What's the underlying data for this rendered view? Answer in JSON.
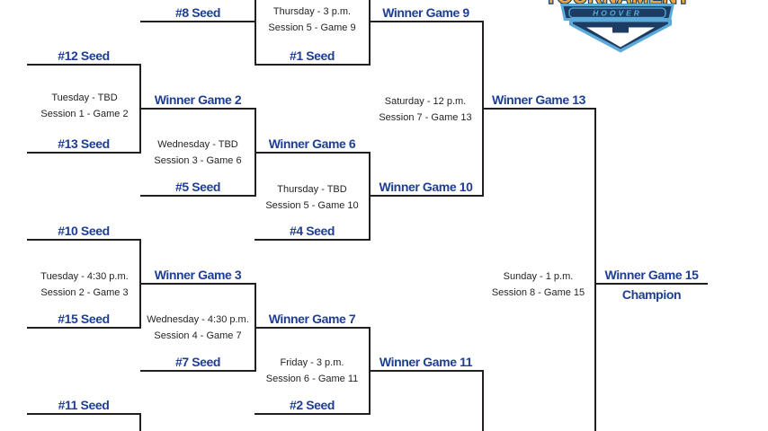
{
  "logo": {
    "arc_text": "TOURNAMENT",
    "location_text": "HOOVER"
  },
  "labels": {
    "seed8": "#8 Seed",
    "seed1": "#1 Seed",
    "seed12": "#12 Seed",
    "seed13": "#13 Seed",
    "seed5": "#5 Seed",
    "seed4": "#4 Seed",
    "seed10": "#10 Seed",
    "seed15": "#15 Seed",
    "seed7": "#7 Seed",
    "seed2": "#2 Seed",
    "seed11": "#11 Seed",
    "winner2": "Winner Game 2",
    "winner3": "Winner Game 3",
    "winner6": "Winner Game 6",
    "winner7": "Winner Game 7",
    "winner9": "Winner Game 9",
    "winner10": "Winner Game 10",
    "winner11": "Winner Game 11",
    "winner13": "Winner Game 13",
    "winner15": "Winner Game 15",
    "champion": "Champion"
  },
  "games": {
    "game2": {
      "when": "Tuesday - TBD",
      "session": "Session 1 - Game 2"
    },
    "game3": {
      "when": "Tuesday - 4:30 p.m.",
      "session": "Session 2 - Game 3"
    },
    "game6": {
      "when": "Wednesday - TBD",
      "session": "Session 3 - Game 6"
    },
    "game7": {
      "when": "Wednesday - 4:30 p.m.",
      "session": "Session 4 - Game 7"
    },
    "game9": {
      "when": "Thursday - 3 p.m.",
      "session": "Session 5 - Game 9"
    },
    "game10": {
      "when": "Thursday - TBD",
      "session": "Session 5 - Game 10"
    },
    "game11": {
      "when": "Friday - 3 p.m.",
      "session": "Session 6 - Game 11"
    },
    "game13": {
      "when": "Saturday - 12 p.m.",
      "session": "Session 7 - Game 13"
    },
    "game15": {
      "when": "Sunday - 1 p.m.",
      "session": "Session 8 - Game 15"
    }
  },
  "colors": {
    "label_blue": "#1d3e94",
    "info_color": "#231f20",
    "line_color": "#231f20",
    "logo_navy": "#1c3c63",
    "logo_light_blue": "#5caad9",
    "logo_yellow": "#f0a441"
  }
}
